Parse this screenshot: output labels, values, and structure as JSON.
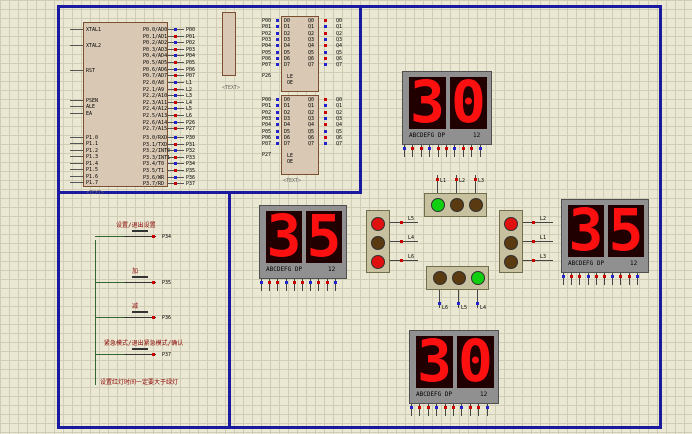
{
  "mcu": {
    "left_pins": [
      "XTAL1",
      "XTAL2",
      "RST",
      "PSEN",
      "ALE",
      "EA",
      "P1.0",
      "P1.1",
      "P1.2",
      "P1.3",
      "P1.4",
      "P1.5",
      "P1.6",
      "P1.7"
    ],
    "right_pins_p0": [
      "P0.0/AD0",
      "P0.1/AD1",
      "P0.2/AD2",
      "P0.3/AD3",
      "P0.4/AD4",
      "P0.5/AD5",
      "P0.6/AD6",
      "P0.7/AD7"
    ],
    "right_pins_p2": [
      "P2.0/A8",
      "P2.1/A9",
      "P2.2/A10",
      "P2.3/A11",
      "P2.4/A12",
      "P2.5/A13",
      "P2.6/A14",
      "P2.7/A15"
    ],
    "right_pins_p3": [
      "P3.0/RXD",
      "P3.1/TXD",
      "P3.2/INT0",
      "P3.3/INT1",
      "P3.4/T0",
      "P3.5/T1",
      "P3.6/WR",
      "P3.7/RD"
    ],
    "p0_nets": [
      "P00",
      "P01",
      "P02",
      "P03",
      "P04",
      "P05",
      "P06",
      "P07"
    ],
    "p2_nets": [
      "L1",
      "L2",
      "L3",
      "L4",
      "L5",
      "L6",
      "P26",
      "P27"
    ],
    "p3_nets": [
      "P30",
      "P31",
      "P32",
      "P33",
      "P34",
      "P35",
      "P36",
      "P37"
    ],
    "footer": "<TEXT>"
  },
  "latch": {
    "inputs": [
      "D0",
      "D1",
      "D2",
      "D3",
      "D4",
      "D5",
      "D6",
      "D7"
    ],
    "outputs": [
      "Q0",
      "Q1",
      "Q2",
      "Q3",
      "Q4",
      "Q5",
      "Q6",
      "Q7"
    ],
    "le": "LE",
    "oe": "OE",
    "footer": "<TEXT>",
    "u1_in_nets": [
      "P00",
      "P01",
      "P02",
      "P03",
      "P04",
      "P05",
      "P06",
      "P07"
    ],
    "u1_out_nets": [
      "Q0",
      "Q1",
      "Q2",
      "Q3",
      "Q4",
      "Q5",
      "Q6",
      "Q7"
    ],
    "u1_le_net": "P26",
    "u2_in_nets": [
      "P00",
      "P01",
      "P02",
      "P03",
      "P04",
      "P05",
      "P06",
      "P07"
    ],
    "u2_out_nets": [
      "Q0",
      "Q1",
      "Q2",
      "Q3",
      "Q4",
      "Q5",
      "Q6",
      "Q7"
    ],
    "u2_le_net": "P27"
  },
  "resistor_pack": {
    "footer": "<TEXT>"
  },
  "buttons": [
    {
      "label": "设置/退出设置",
      "net": "P34"
    },
    {
      "label": "加",
      "net": "P35"
    },
    {
      "label": "减",
      "net": "P36"
    },
    {
      "label": "紧急模式/退出紧急模式/确认",
      "net": "P37"
    }
  ],
  "note": "设置红灯时间一定要大于绿灯",
  "left_text": "<TEXT>",
  "displays": [
    {
      "id": "top",
      "value": "30",
      "caption": "ABCDEFG DP",
      "num": "12"
    },
    {
      "id": "left",
      "value": "35",
      "caption": "ABCDEFG DP",
      "num": "12"
    },
    {
      "id": "right",
      "value": "35",
      "caption": "ABCDEFG DP",
      "num": "12"
    },
    {
      "id": "bottom",
      "value": "30",
      "caption": "ABCDEFG DP",
      "num": "12"
    }
  ],
  "traffic_nets": {
    "top": [
      "L1",
      "L2",
      "L3"
    ],
    "left": [
      "L5",
      "L4",
      "L6"
    ],
    "right": [
      "L2",
      "L1",
      "L3"
    ],
    "bottom": [
      "L6",
      "L5",
      "L4"
    ]
  },
  "colors": {
    "frame": "#1a1aa0",
    "segment_on": "#ff1010",
    "red_lamp": "#e01010",
    "green_lamp": "#10d010",
    "yellow_off": "#5a3a10"
  }
}
